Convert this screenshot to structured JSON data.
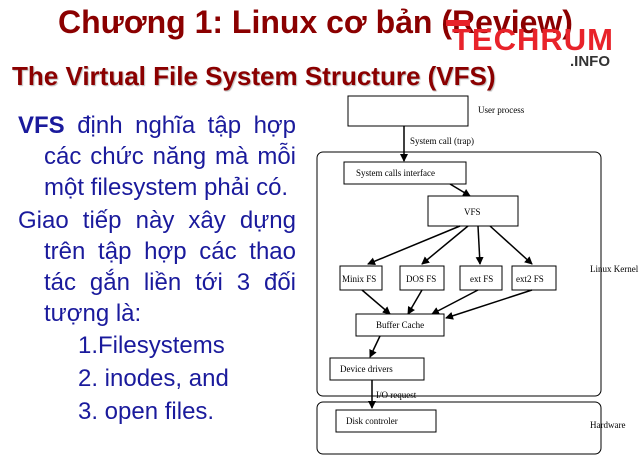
{
  "slide": {
    "title": "Chương 1: Linux cơ bản (Review)",
    "subtitle": "The Virtual File System Structure (VFS)"
  },
  "logo": {
    "main_text": "TECHRUM",
    "suffix_text": ".INFO",
    "colors": {
      "accent": "#e8232a",
      "dark": "#333333"
    }
  },
  "body": {
    "para1_keyword": "VFS",
    "para1_text": " định nghĩa tập hợp các chức năng mà mỗi một filesystem phải có.",
    "para2_text": "Giao tiếp này xây dựng trên tập hợp các thao tác gắn liền tới 3 đối tượng là:",
    "list": [
      "1.Filesystems",
      "2. inodes, and",
      "3. open files."
    ]
  },
  "diagram": {
    "user_process": "User process",
    "system_call": "System call (trap)",
    "syscall_interface": "System calls interface",
    "vfs": "VFS",
    "minix": "Minix FS",
    "dos": "DOS FS",
    "ext": "ext FS",
    "ext2": "ext2 FS",
    "buffer_cache": "Buffer Cache",
    "device_drivers": "Device drivers",
    "io_request": "I/O request",
    "disk_controller": "Disk controler",
    "linux_kernel": "Linux Kernel",
    "hardware": "Hardware"
  },
  "colors": {
    "title": "#8b0000",
    "body_text": "#1a1a9c"
  }
}
